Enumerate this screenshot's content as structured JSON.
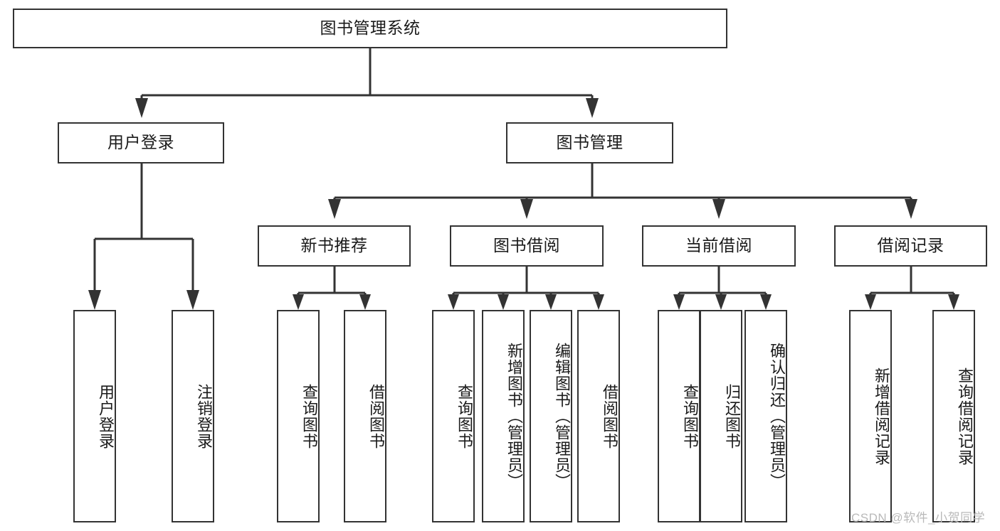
{
  "diagram": {
    "type": "tree",
    "title": "图书管理系统",
    "root": {
      "label": "图书管理系统"
    },
    "level2": [
      {
        "label": "用户登录"
      },
      {
        "label": "图书管理"
      }
    ],
    "level3": [
      {
        "label": "新书推荐"
      },
      {
        "label": "图书借阅"
      },
      {
        "label": "当前借阅"
      },
      {
        "label": "借阅记录"
      }
    ],
    "leaves": {
      "user_login": [
        {
          "label": "用户登录"
        },
        {
          "label": "注销登录"
        }
      ],
      "new_book_recommend": [
        {
          "label": "查询图书"
        },
        {
          "label": "借阅图书"
        }
      ],
      "book_borrow": [
        {
          "label": "查询图书"
        },
        {
          "label": "新增图书（管理员）"
        },
        {
          "label": "编辑图书（管理员）"
        },
        {
          "label": "借阅图书"
        }
      ],
      "current_borrow": [
        {
          "label": "查询图书"
        },
        {
          "label": "归还图书"
        },
        {
          "label": "确认归还（管理员）"
        }
      ],
      "borrow_record": [
        {
          "label": "新增借阅记录"
        },
        {
          "label": "查询借阅记录"
        }
      ]
    }
  },
  "watermark": {
    "text": "CSDN @软件_小贺同学"
  },
  "colors": {
    "line": "#333333",
    "border": "#333333",
    "background": "#ffffff",
    "text": "#1a1a1a",
    "watermark": "#b9b9b9"
  }
}
